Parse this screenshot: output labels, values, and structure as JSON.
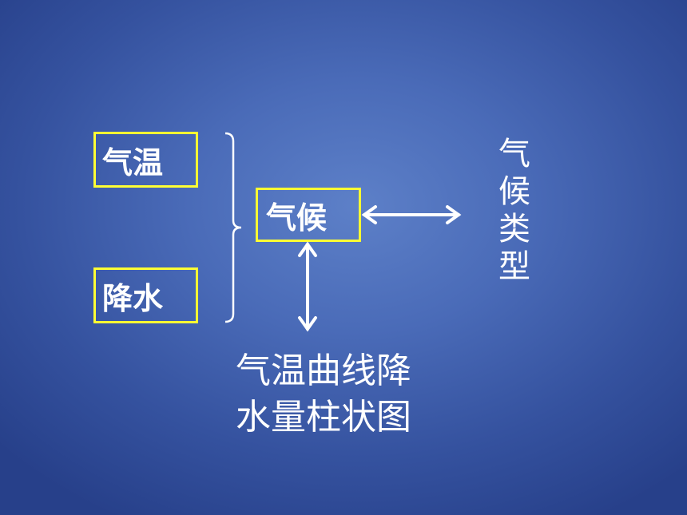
{
  "boxes": {
    "temperature": "气温",
    "precipitation": "降水",
    "climate": "气候"
  },
  "vertical_label": [
    "气",
    "候",
    "类",
    "型"
  ],
  "bottom_label": [
    "气温曲线降",
    "水量柱状图"
  ],
  "colors": {
    "background": "#4a6bb8",
    "box_border": "#ffff33",
    "text": "#ffffff",
    "lines": "#ffffff"
  }
}
